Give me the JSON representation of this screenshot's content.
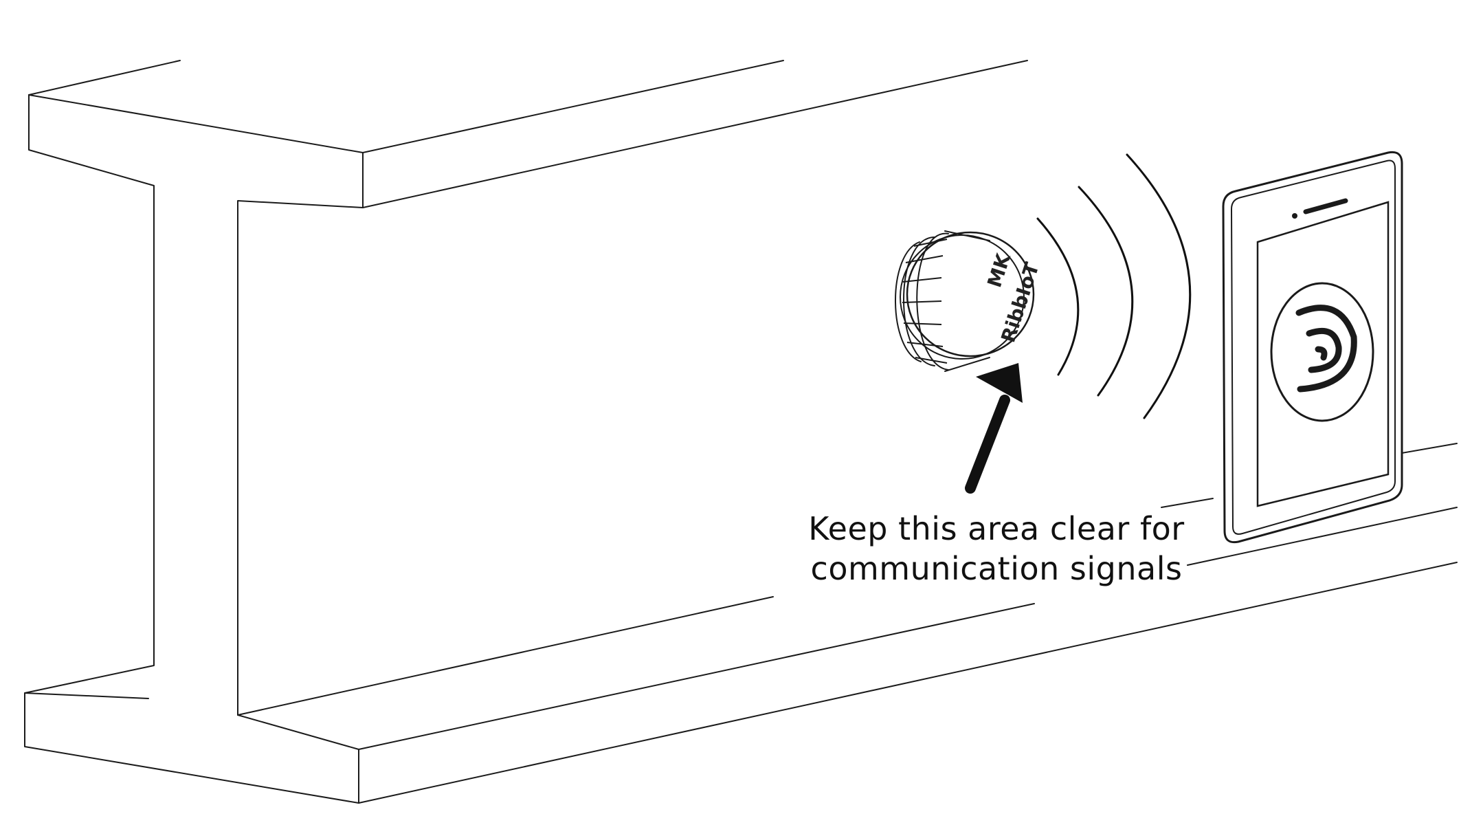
{
  "caption": {
    "line1": "Keep this area clear for",
    "line2": "communication signals"
  },
  "sensor": {
    "brand": "RibbIoT",
    "mark": "MK"
  },
  "colors": {
    "stroke": "#1a1a1a",
    "background": "#ffffff"
  },
  "icons": [
    "i-beam",
    "sensor-puck",
    "signal-waves",
    "arrow",
    "smartphone",
    "nfc-icon"
  ]
}
